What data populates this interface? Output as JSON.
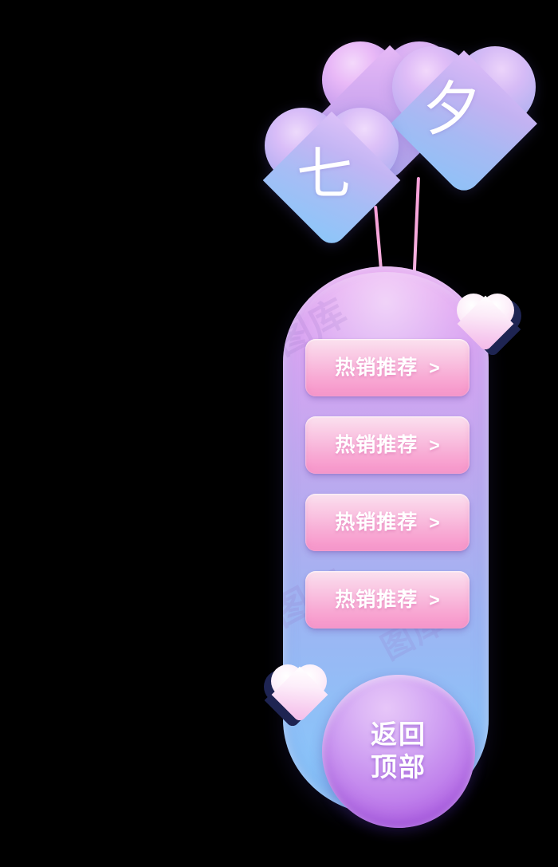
{
  "theme": {
    "name": "qixi-festival-floating-menu",
    "panel_gradient_top": "#e9aaf2",
    "panel_gradient_bottom": "#86c8fb",
    "button_pink_light": "#fbe3f0",
    "button_pink_deep": "#f79ccd",
    "circle_purple": "#a74fe0",
    "text_white": "#ffffff",
    "heart_outline_navy": "#1e2452",
    "string_pink": "#f79fd8"
  },
  "balloons": [
    {
      "id": "balloon-back",
      "glyph": "",
      "has_text": false
    },
    {
      "id": "balloon-xi",
      "glyph": "夕",
      "has_text": true
    },
    {
      "id": "balloon-qi",
      "glyph": "七",
      "has_text": true
    }
  ],
  "panel": {
    "watermark_text": "图库",
    "menu_items": [
      {
        "label": "热销推荐",
        "chevron": ">"
      },
      {
        "label": "热销推荐",
        "chevron": ">"
      },
      {
        "label": "热销推荐",
        "chevron": ">"
      },
      {
        "label": "热销推荐",
        "chevron": ">"
      }
    ],
    "back_to_top": {
      "line1": "返回",
      "line2": "顶部"
    }
  }
}
